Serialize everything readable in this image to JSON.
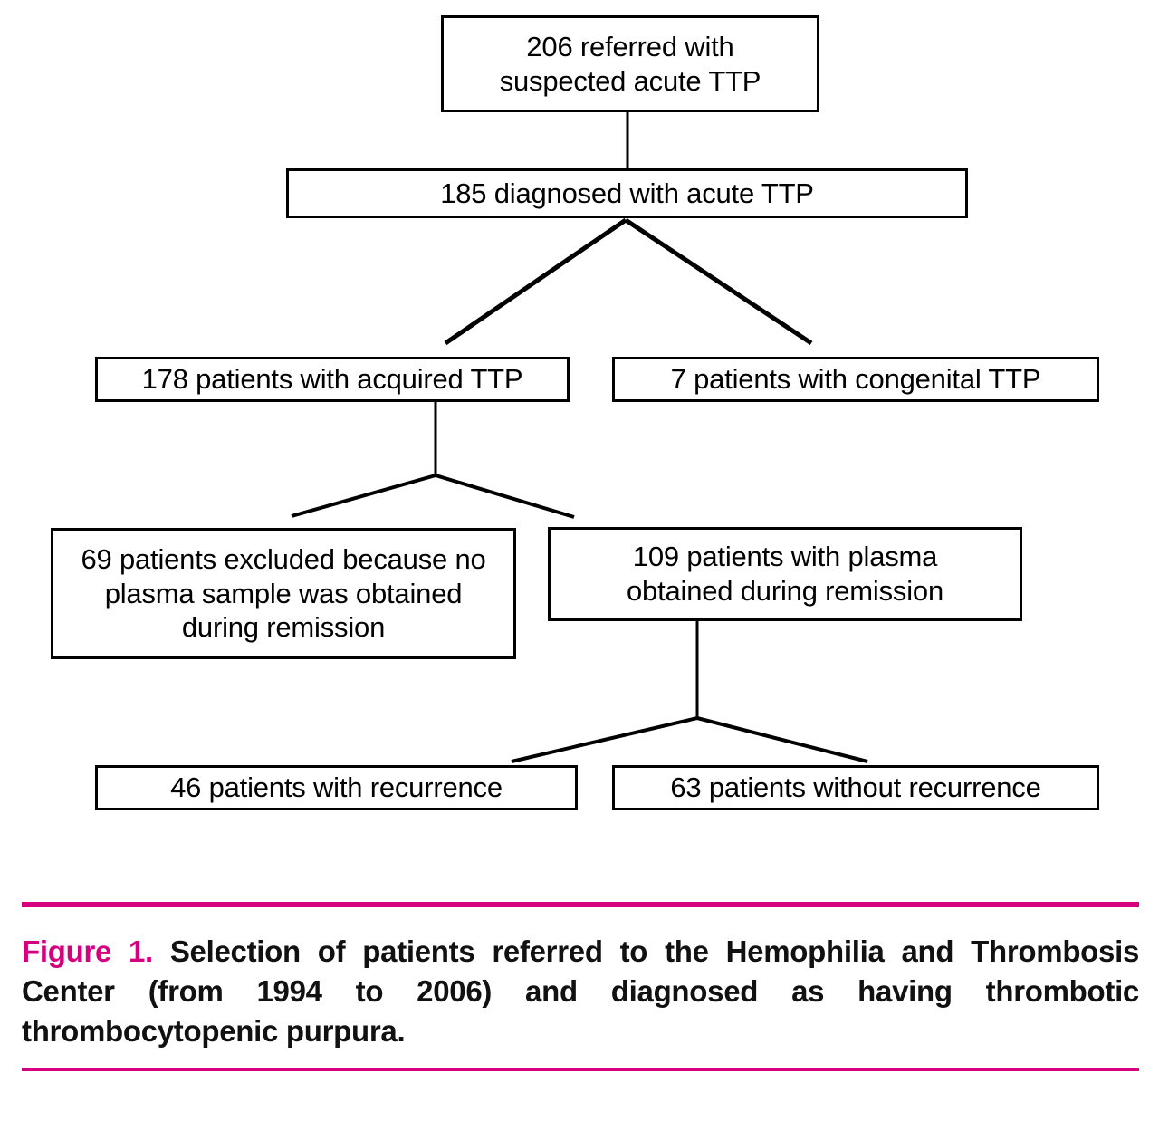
{
  "figure": {
    "type": "flowchart",
    "label": "Figure 1.",
    "caption": " Selection of patients referred to the Hemophilia and Thrombosis Center (from 1994 to 2006) and diagnosed as having thrombotic thrombocytopenic purpura.",
    "accent_color": "#D6007F",
    "line_color": "#000000",
    "background_color": "#FFFFFF"
  },
  "flowchart": {
    "nodes": [
      {
        "id": "referred",
        "text": "206 referred with\nsuspected acute TTP",
        "count": 206
      },
      {
        "id": "diagnosed",
        "text": "185 diagnosed with acute TTP",
        "count": 185
      },
      {
        "id": "acquired",
        "text": "178 patients with acquired TTP",
        "count": 178
      },
      {
        "id": "congenital",
        "text": "7 patients with congenital TTP",
        "count": 7
      },
      {
        "id": "excluded",
        "text": "69 patients excluded because no\nplasma sample was obtained\nduring remission",
        "count": 69
      },
      {
        "id": "remission",
        "text": "109 patients with plasma\nobtained during remission",
        "count": 109
      },
      {
        "id": "recurrence",
        "text": "46 patients with recurrence",
        "count": 46
      },
      {
        "id": "norecurrence",
        "text": "63 patients without recurrence",
        "count": 63
      }
    ],
    "edges": [
      {
        "from": "referred",
        "to": "diagnosed",
        "style": "straight"
      },
      {
        "from": "diagnosed",
        "to": "acquired",
        "style": "branch"
      },
      {
        "from": "diagnosed",
        "to": "congenital",
        "style": "branch"
      },
      {
        "from": "acquired",
        "to": "excluded",
        "style": "branch"
      },
      {
        "from": "acquired",
        "to": "remission",
        "style": "branch"
      },
      {
        "from": "remission",
        "to": "recurrence",
        "style": "branch"
      },
      {
        "from": "remission",
        "to": "norecurrence",
        "style": "branch"
      }
    ]
  }
}
